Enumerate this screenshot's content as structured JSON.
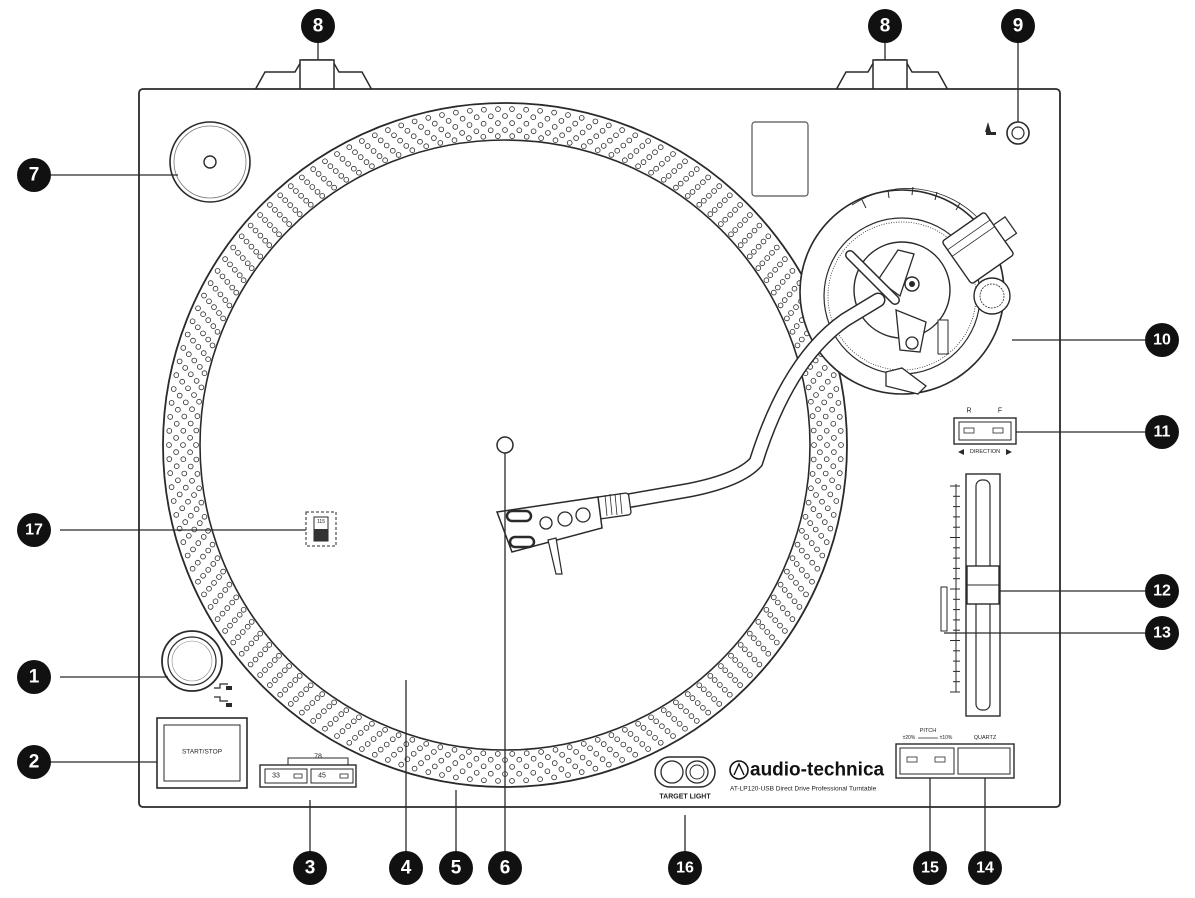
{
  "diagram": {
    "callouts": [
      "1",
      "2",
      "3",
      "4",
      "5",
      "6",
      "7",
      "8",
      "8",
      "9",
      "10",
      "11",
      "12",
      "13",
      "14",
      "15",
      "16",
      "17"
    ],
    "labels": {
      "start_stop": "START/STOP",
      "speed_78": "78",
      "speed_33": "33",
      "speed_45": "45",
      "target_light": "TARGET LIGHT",
      "brand": "audio-technica",
      "model_line": "AT-LP120-USB Direct Drive Professional Turntable",
      "direction_r": "R",
      "direction_f": "F",
      "direction": "DIRECTION",
      "pitch": "PITCH",
      "pitch_range_low": "±20%",
      "pitch_range_high": "±10%",
      "quartz": "QUARTZ",
      "voltage_switch": "115"
    },
    "colors": {
      "line": "#2a2a2a",
      "badge": "#111111",
      "background": "#ffffff"
    }
  }
}
